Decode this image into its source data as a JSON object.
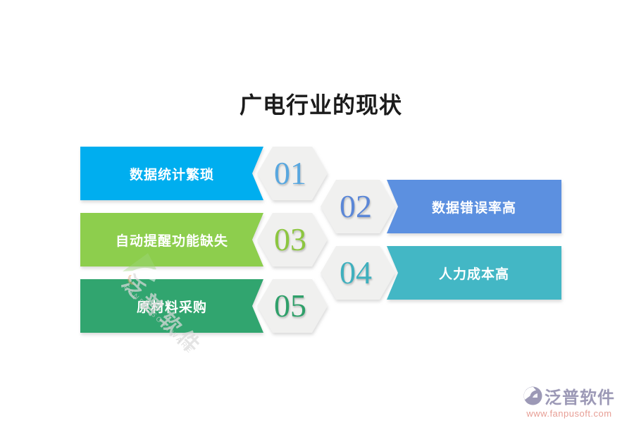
{
  "title": "广电行业的现状",
  "colors": {
    "badge_bg": "#F0F0EF"
  },
  "items": [
    {
      "num": "01",
      "label": "数据统计繁琐",
      "banner_color": "#00AEEF",
      "num_color": "#58A7DF"
    },
    {
      "num": "02",
      "label": "数据错误率高",
      "banner_color": "#5C90E0",
      "num_color": "#5B87D7"
    },
    {
      "num": "03",
      "label": "自动提醒功能缺失",
      "banner_color": "#8DCE4D",
      "num_color": "#8CC63F"
    },
    {
      "num": "04",
      "label": "人力成本高",
      "banner_color": "#43B7C5",
      "num_color": "#3FB0BE"
    },
    {
      "num": "05",
      "label": "原材料采购",
      "banner_color": "#31A56F",
      "num_color": "#2FA06A"
    }
  ],
  "watermark": {
    "brand_cn": "泛普软件",
    "brand_en": "FANPU SOFTWARE"
  },
  "footer": {
    "brand": "泛普软件",
    "url": "www.fanpusoft.com",
    "brand_color": "#9C99B6",
    "url_color": "#E79E95"
  }
}
